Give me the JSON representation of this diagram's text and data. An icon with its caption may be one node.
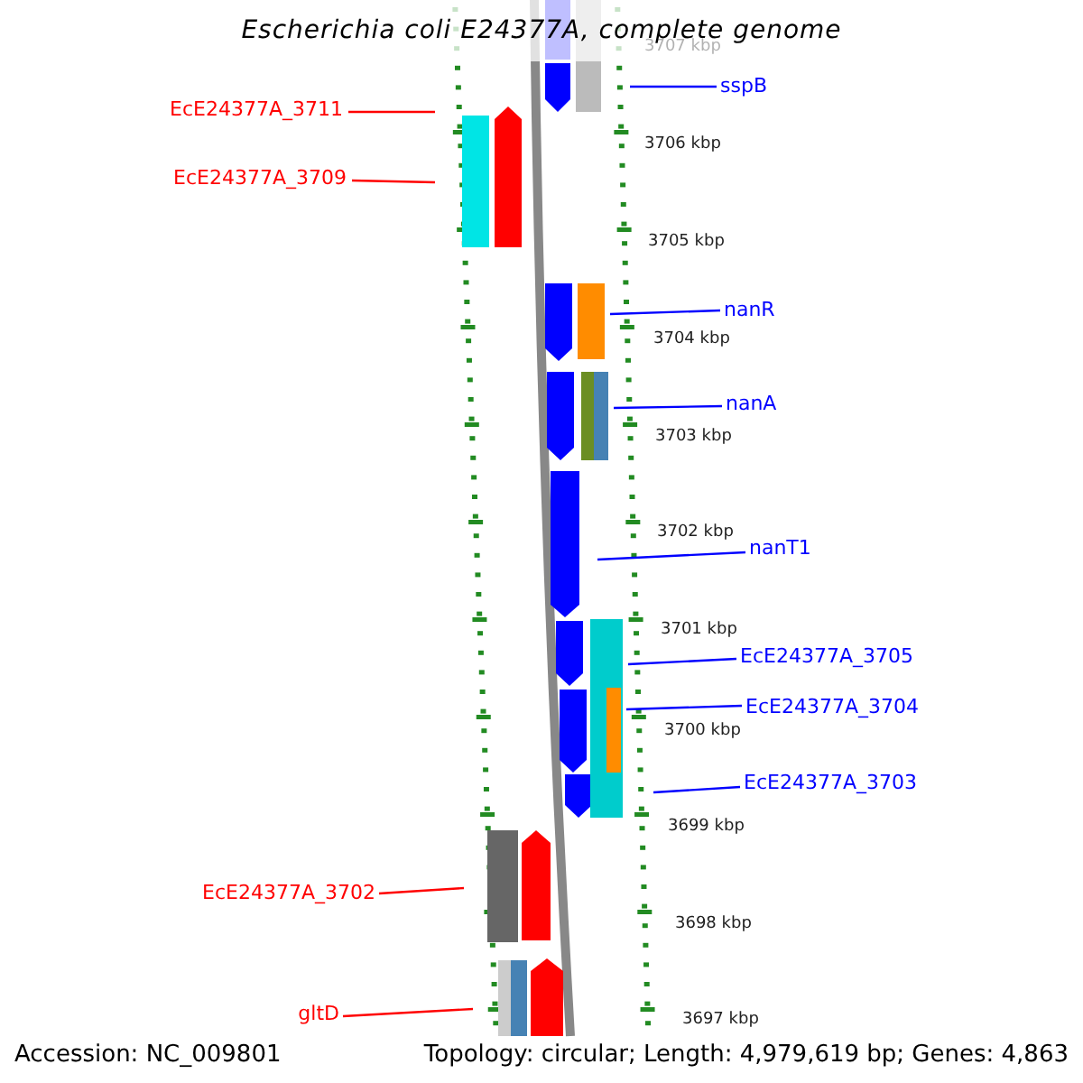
{
  "diagram": {
    "title": "Escherichia coli E24377A, complete genome",
    "nodes": [
      {
        "text": [
          "sspB"
        ]
      },
      {
        "text": [
          "EcE24377A_3711"
        ]
      },
      {
        "text": [
          "EcE24377A_3709"
        ]
      },
      {
        "text": [
          "nanR"
        ]
      },
      {
        "text": [
          "nanA"
        ]
      },
      {
        "text": [
          "nanT1"
        ]
      },
      {
        "text": [
          "EcE24377A_3705"
        ]
      },
      {
        "text": [
          "EcE24377A_3704"
        ]
      },
      {
        "text": [
          "EcE24377A_3703"
        ]
      },
      {
        "text": [
          "EcE24377A_3702"
        ]
      },
      {
        "text": [
          "gltD"
        ]
      }
    ],
    "edges": [
      {
        "from": 0,
        "to": null,
        "arrow": "none"
      },
      {
        "from": 1,
        "to": null,
        "arrow": "none",
        "color": "#ff0000"
      },
      {
        "from": 2,
        "to": null,
        "arrow": "none",
        "color": "#ff0000"
      },
      {
        "from": 3,
        "to": null,
        "arrow": "none"
      },
      {
        "from": 4,
        "to": null,
        "arrow": "none"
      },
      {
        "from": 5,
        "to": null,
        "arrow": "none"
      },
      {
        "from": 6,
        "to": null,
        "arrow": "none"
      },
      {
        "from": 7,
        "to": null,
        "arrow": "none"
      },
      {
        "from": 8,
        "to": null,
        "arrow": "none"
      },
      {
        "from": 9,
        "to": null,
        "arrow": "none",
        "color": "#ff0000"
      },
      {
        "from": 10,
        "to": null,
        "arrow": "none",
        "color": "#ff0000"
      }
    ],
    "labels": [
      "3707 kbp",
      "3706 kbp",
      "3705 kbp",
      "3704 kbp",
      "3703 kbp",
      "3702 kbp",
      "3701 kbp",
      "3700 kbp",
      "3699 kbp",
      "3698 kbp",
      "3697 kbp",
      "Accession: NC_009801",
      "Topology: circular; Length: 4,979,619 bp; Genes: 4,863"
    ]
  }
}
